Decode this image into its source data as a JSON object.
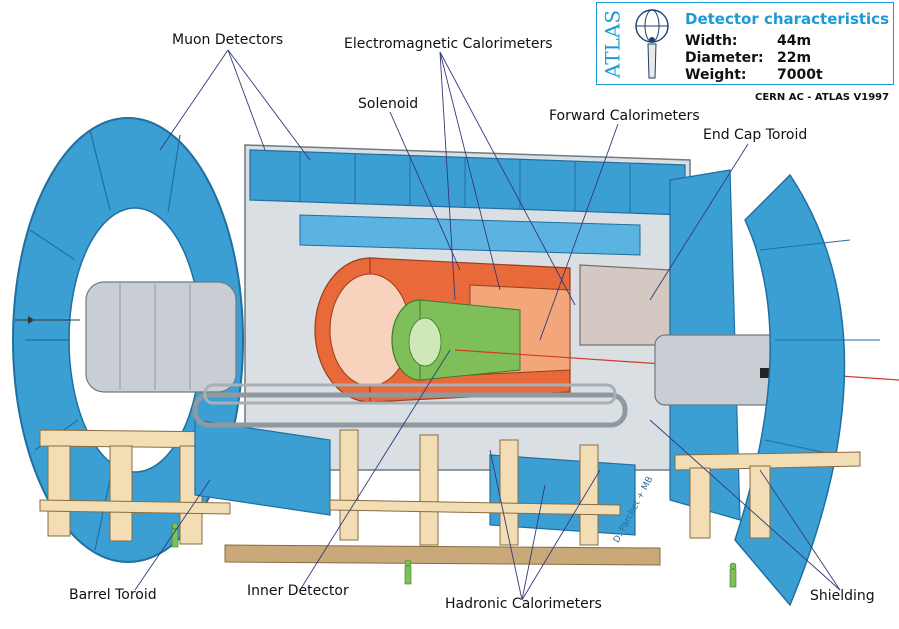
{
  "info_box": {
    "logo_text": "ATLAS",
    "title": "Detector characteristics",
    "specs": [
      {
        "label": "Width:",
        "value": "44m"
      },
      {
        "label": "Diameter:",
        "value": "22m"
      },
      {
        "label": "Weight:",
        "value": "7000t"
      }
    ]
  },
  "credit": "CERN AC - ATLAS V1997",
  "artist_signature": "D. Parchet + MB",
  "labels": {
    "muon_detectors": "Muon Detectors",
    "electromagnetic_calorimeters": "Electromagnetic Calorimeters",
    "solenoid": "Solenoid",
    "forward_calorimeters": "Forward Calorimeters",
    "end_cap_toroid": "End Cap Toroid",
    "barrel_toroid": "Barrel Toroid",
    "inner_detector": "Inner Detector",
    "hadronic_calorimeters": "Hadronic Calorimeters",
    "shielding": "Shielding"
  },
  "colors": {
    "muon_blue": "#3b9fd4",
    "muon_blue_dark": "#1f6f9f",
    "calorimeter_orange": "#e8693a",
    "calorimeter_orange_light": "#f3a679",
    "inner_green": "#7fbf5a",
    "support_tan": "#f2ddb4",
    "support_tan_dark": "#c9a979",
    "steel_gray": "#bfc6cc",
    "shielding_gray": "#d9d9d9",
    "accent_blue": "#1a9ad6"
  }
}
